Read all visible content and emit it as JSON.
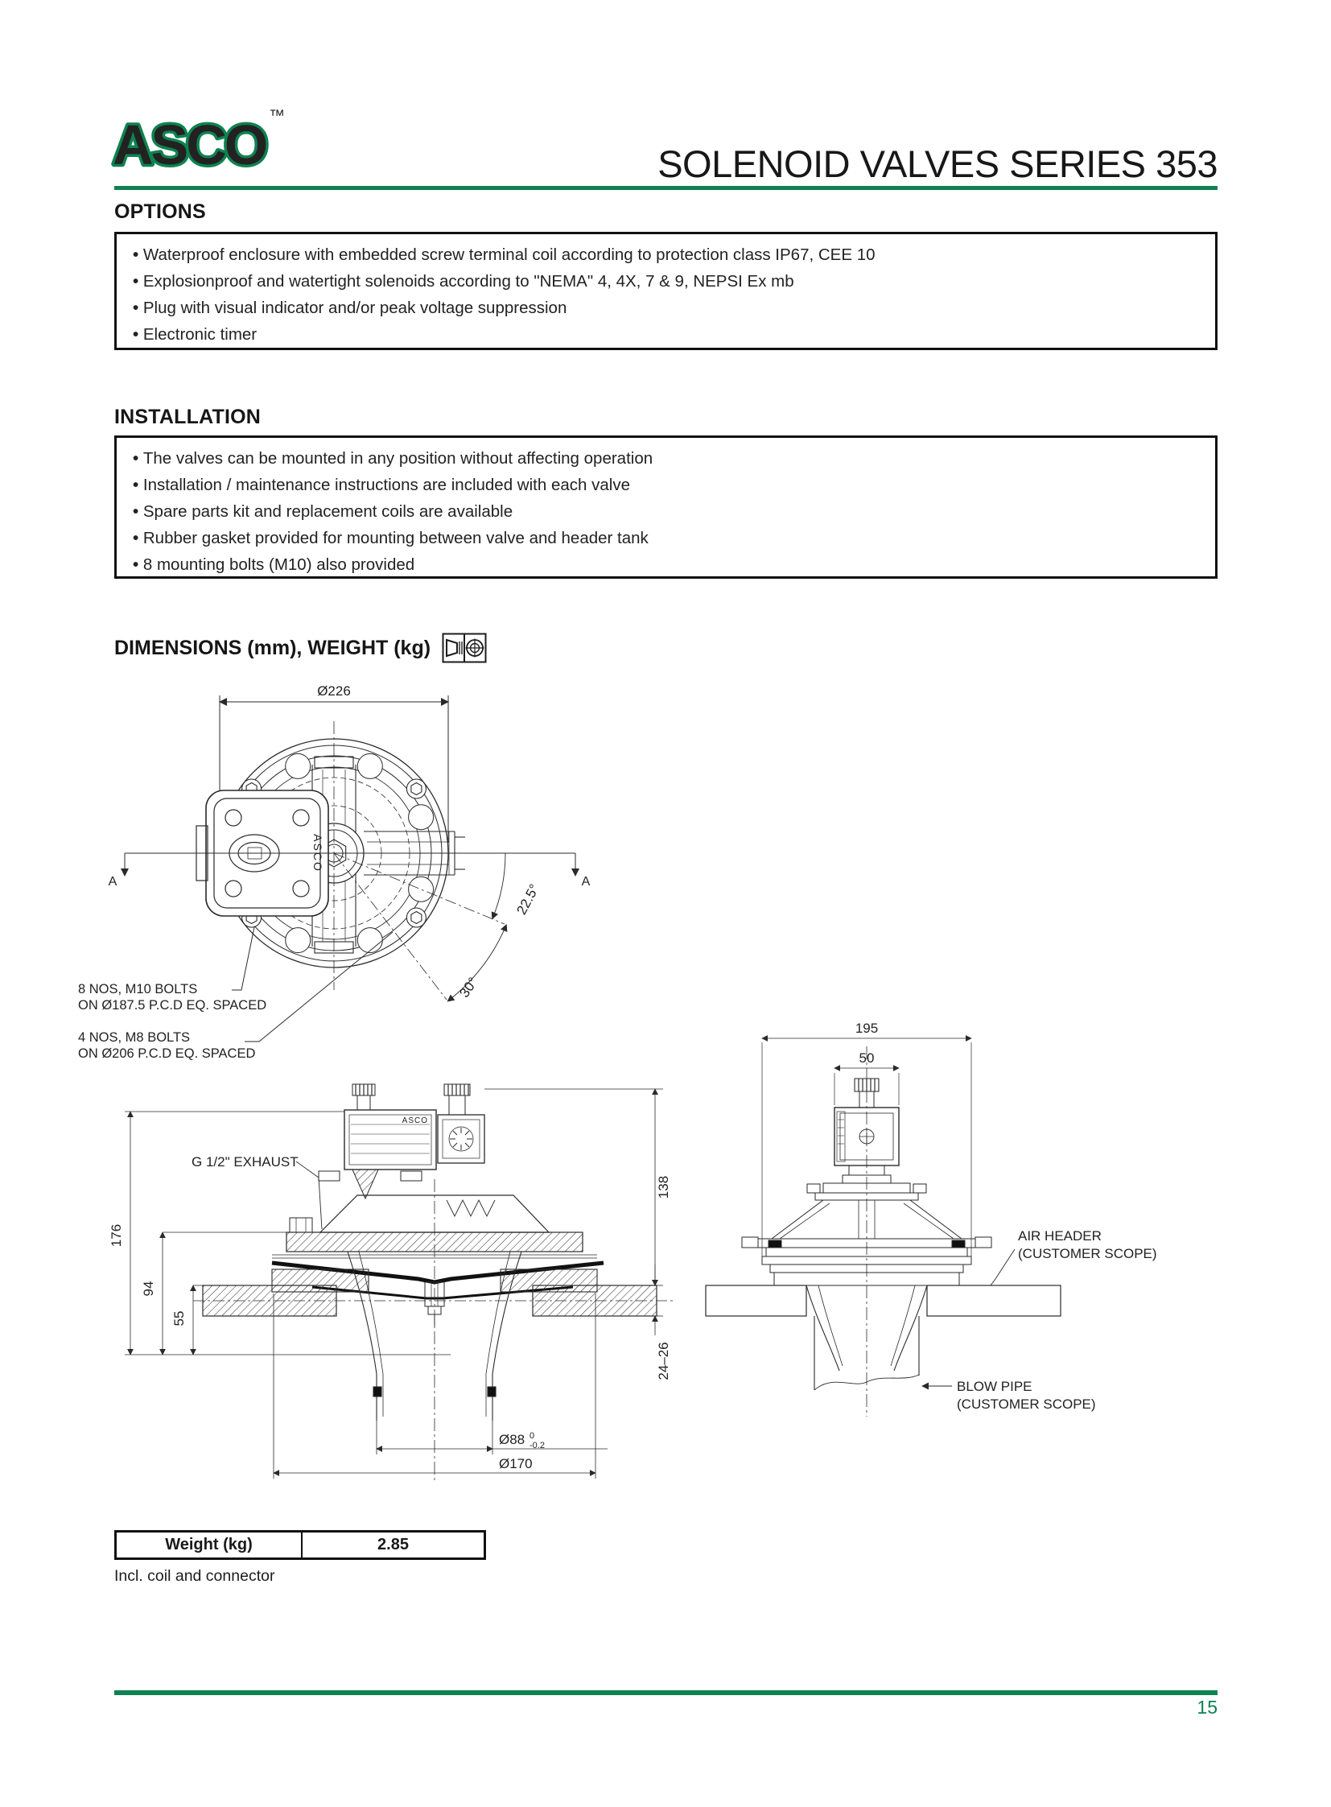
{
  "colors": {
    "brand_green": "#0E8250",
    "line": "#2a2a2a"
  },
  "header": {
    "logo_text": "ASCO",
    "logo_tm": "™",
    "title": "SOLENOID VALVES SERIES 353"
  },
  "options": {
    "heading": "OPTIONS",
    "items": [
      "Waterproof enclosure with embedded screw terminal coil according to protection class IP67, CEE 10",
      "Explosionproof and watertight solenoids according to \"NEMA\" 4, 4X, 7 & 9, NEPSI Ex mb",
      "Plug with visual indicator and/or peak voltage suppression",
      "Electronic timer"
    ]
  },
  "installation": {
    "heading": "INSTALLATION",
    "items": [
      "The valves can be mounted in any position without affecting operation",
      "Installation / maintenance instructions are included with each valve",
      "Spare parts kit and replacement coils are available",
      "Rubber gasket provided for mounting between valve and header tank",
      "8 mounting bolts (M10) also provided"
    ]
  },
  "dimensions": {
    "heading": "DIMENSIONS (mm), WEIGHT (kg)",
    "top_view": {
      "dim_diameter": "Ø226",
      "section_a_left": "A",
      "section_a_right": "A",
      "angle_1": "22.5°",
      "angle_2": "30°",
      "coil_label": "ASCO",
      "m10_line1": "8 NOS, M10 BOLTS",
      "m10_line2": "ON Ø187.5 P.C.D EQ. SPACED",
      "m8_line1": "4 NOS, M8 BOLTS",
      "m8_line2": "ON Ø206 P.C.D EQ. SPACED"
    },
    "section_view": {
      "exhaust_label": "G 1/2\" EXHAUST",
      "dim_176": "176",
      "dim_94": "94",
      "dim_55": "55",
      "dim_138": "138",
      "dim_24_26": "24–26",
      "dim_d88": "Ø88",
      "dim_d88_tol_upper": "0",
      "dim_d88_tol_lower": "-0.2",
      "dim_d170": "Ø170",
      "nameplate_label": "ASCO"
    },
    "front_view": {
      "dim_195": "195",
      "dim_50": "50",
      "air_header_line1": "AIR HEADER",
      "air_header_line2": "(CUSTOMER SCOPE)",
      "blow_pipe_line1": "BLOW PIPE",
      "blow_pipe_line2": "(CUSTOMER SCOPE)"
    }
  },
  "weight_table": {
    "label": "Weight (kg)",
    "value": "2.85",
    "note": "Incl. coil and connector"
  },
  "footer": {
    "page_number": "15"
  }
}
